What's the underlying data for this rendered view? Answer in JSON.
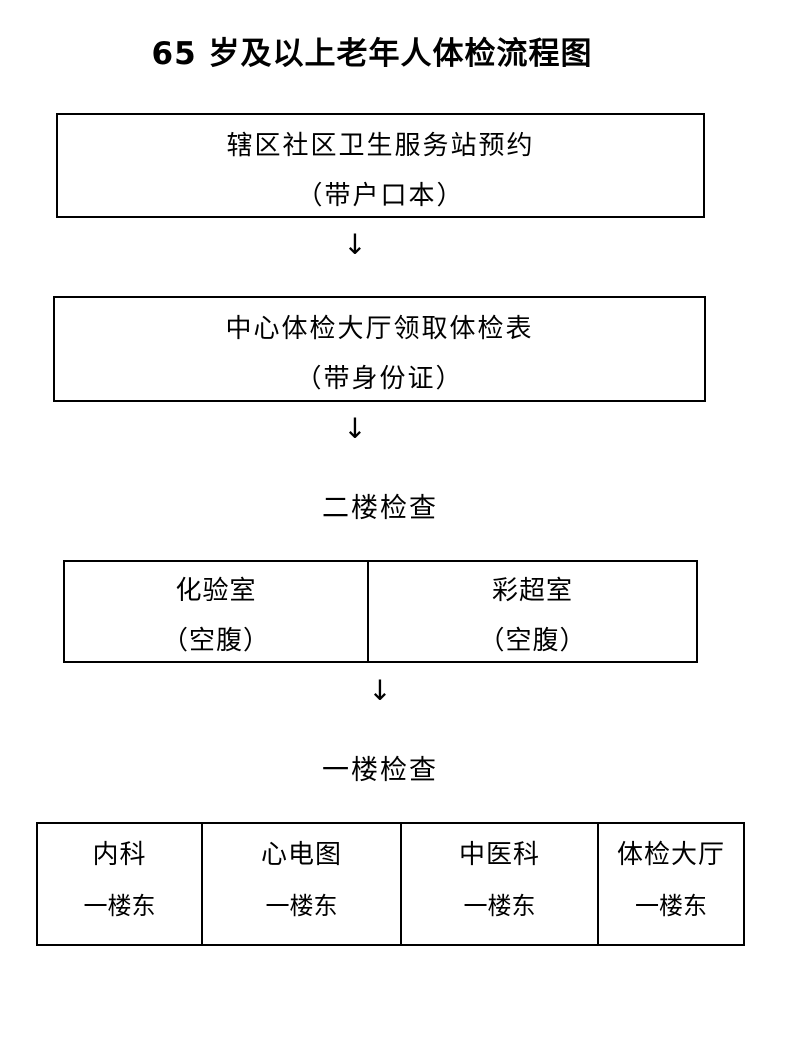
{
  "title": "65 岁及以上老年人体检流程图",
  "step1": {
    "line1": "辖区社区卫生服务站预约",
    "line2": "（带户口本）"
  },
  "step2": {
    "line1": "中心体检大厅领取体检表",
    "line2": "（带身份证）"
  },
  "arrow": "↓",
  "section2": {
    "heading": "二楼检查",
    "cells": [
      {
        "name": "化验室",
        "note": "（空腹）"
      },
      {
        "name": "彩超室",
        "note": "（空腹）"
      }
    ]
  },
  "section1": {
    "heading": "一楼检查",
    "cells": [
      {
        "name": "内科",
        "location": "一楼东"
      },
      {
        "name": "心电图",
        "location": "一楼东"
      },
      {
        "name": "中医科",
        "location": "一楼东"
      },
      {
        "name": "体检大厅",
        "location": "一楼东"
      }
    ]
  }
}
